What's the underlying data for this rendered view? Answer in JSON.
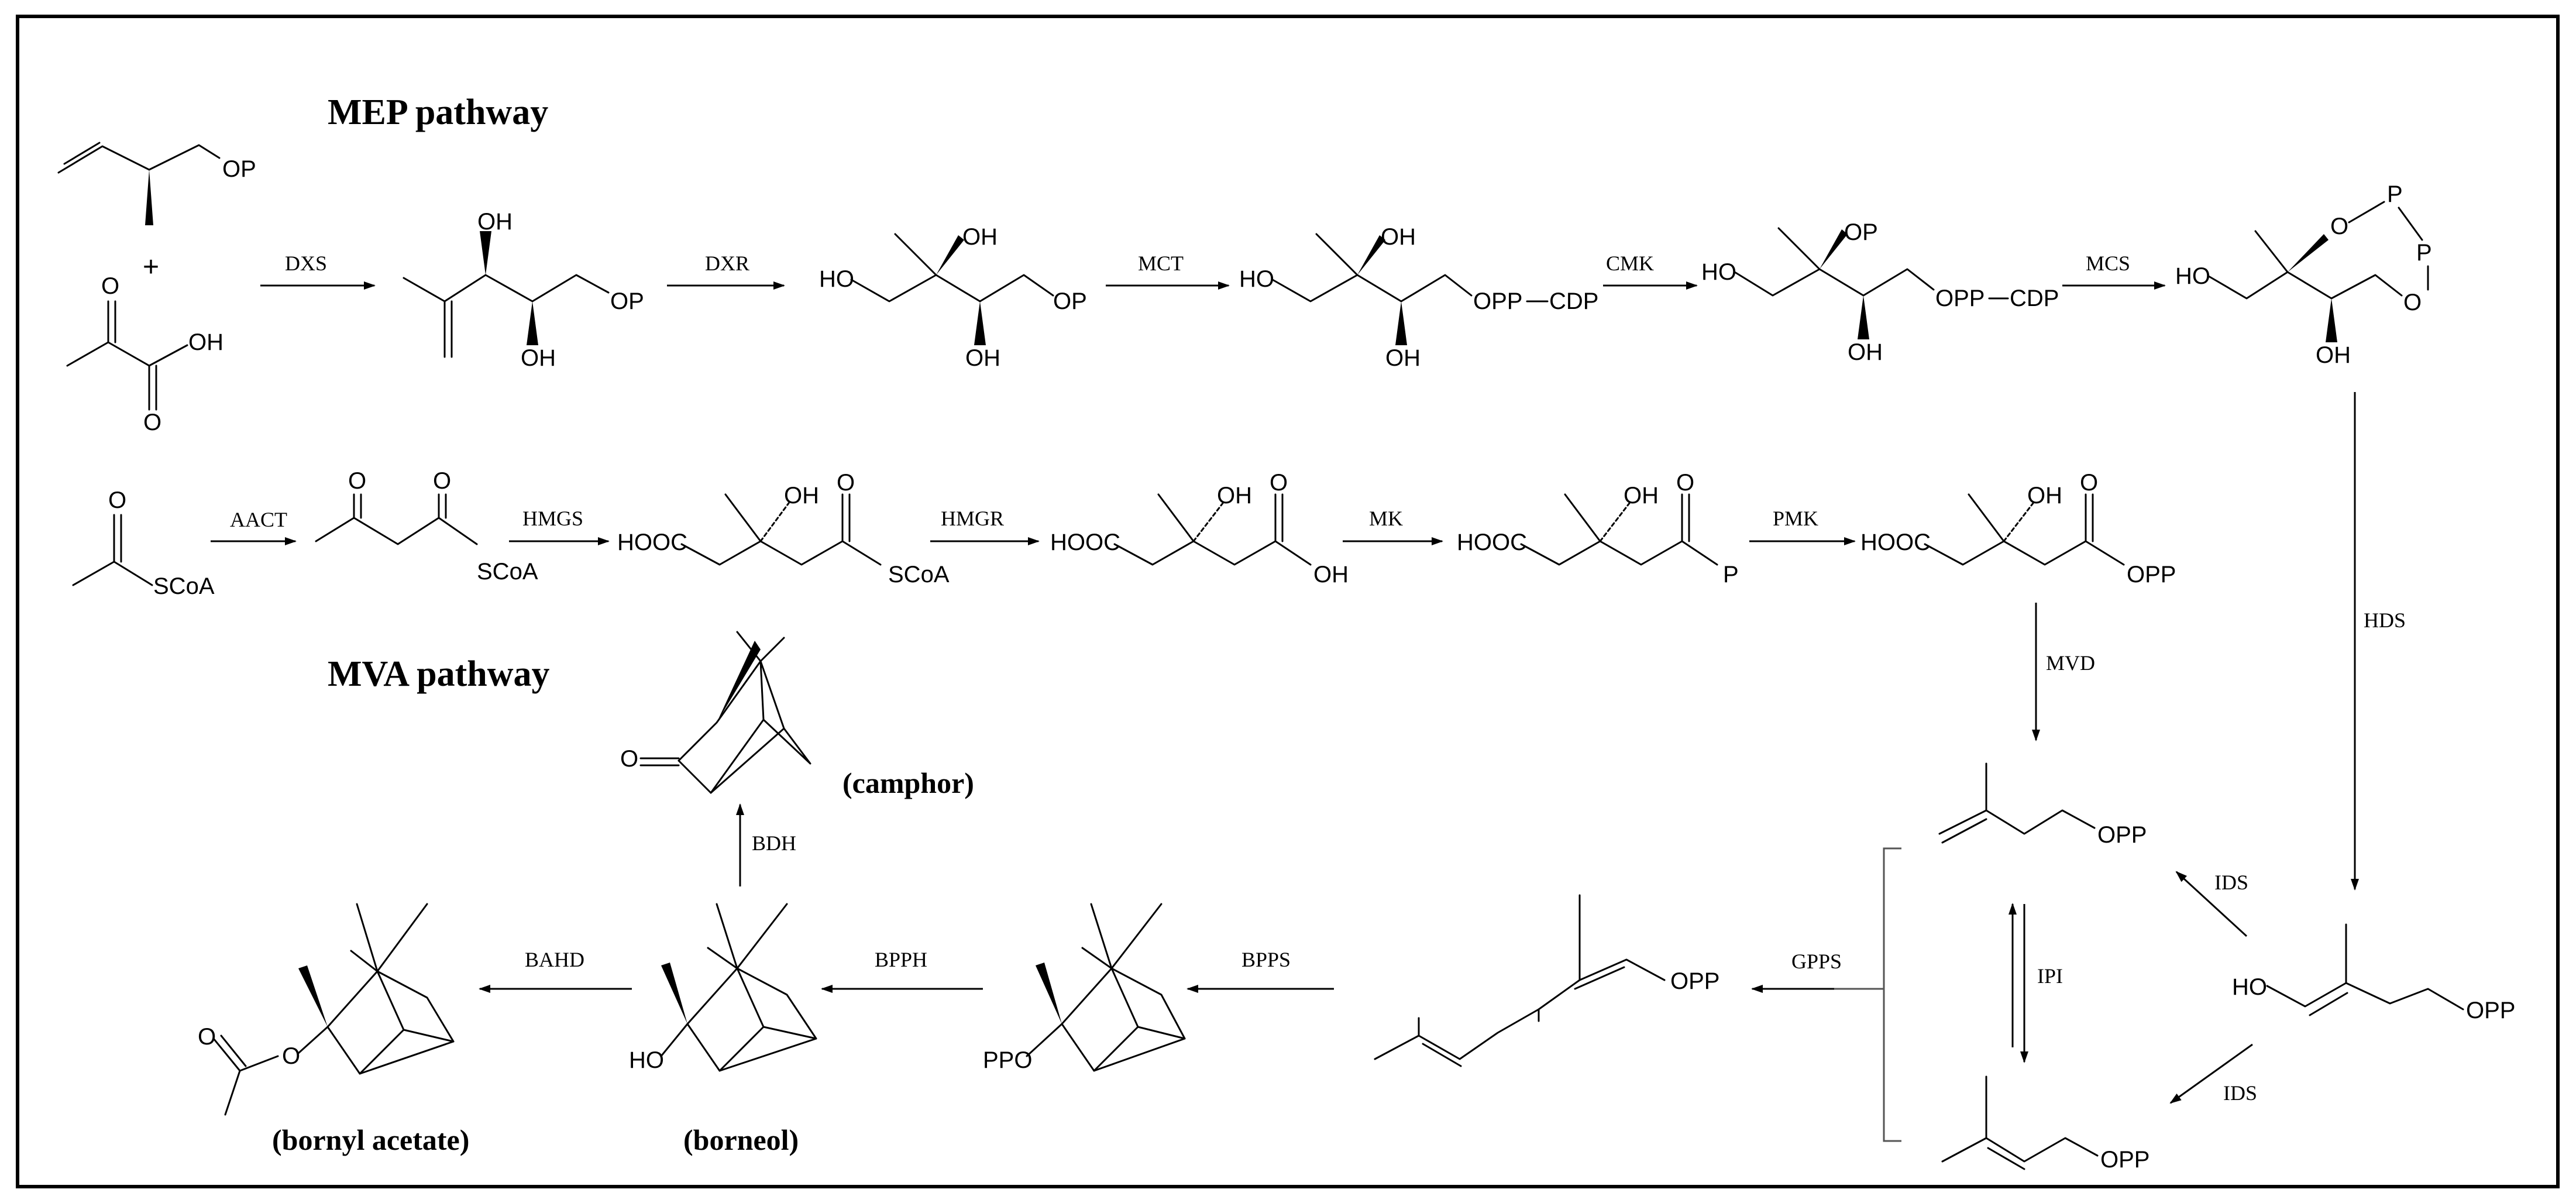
{
  "titles": {
    "mep": "MEP pathway",
    "mva": "MVA pathway"
  },
  "plus": "+",
  "enzymes": {
    "dxs": "DXS",
    "dxr": "DXR",
    "mct": "MCT",
    "cmk": "CMK",
    "mcs": "MCS",
    "hds": "HDS",
    "aact": "AACT",
    "hmgs": "HMGS",
    "hmgr": "HMGR",
    "mk": "MK",
    "pmk": "PMK",
    "mvd": "MVD",
    "ids_upper": "IDS",
    "ids_lower": "IDS",
    "ipi": "IPI",
    "gpps": "GPPS",
    "bpps": "BPPS",
    "bpph": "BPPH",
    "bahd": "BAHD",
    "bdh": "BDH"
  },
  "compound_names": {
    "camphor": "(camphor)",
    "borneol": "(borneol)",
    "bornyl_acetate": "(bornyl acetate)"
  },
  "atoms": {
    "OP": "OP",
    "OH": "OH",
    "HO": "HO",
    "O": "O",
    "P": "P",
    "OPP": "OPP",
    "PPO": "PPO",
    "CDP": "CDP",
    "SCoA": "SCoA",
    "HOOC": "HOOC"
  }
}
